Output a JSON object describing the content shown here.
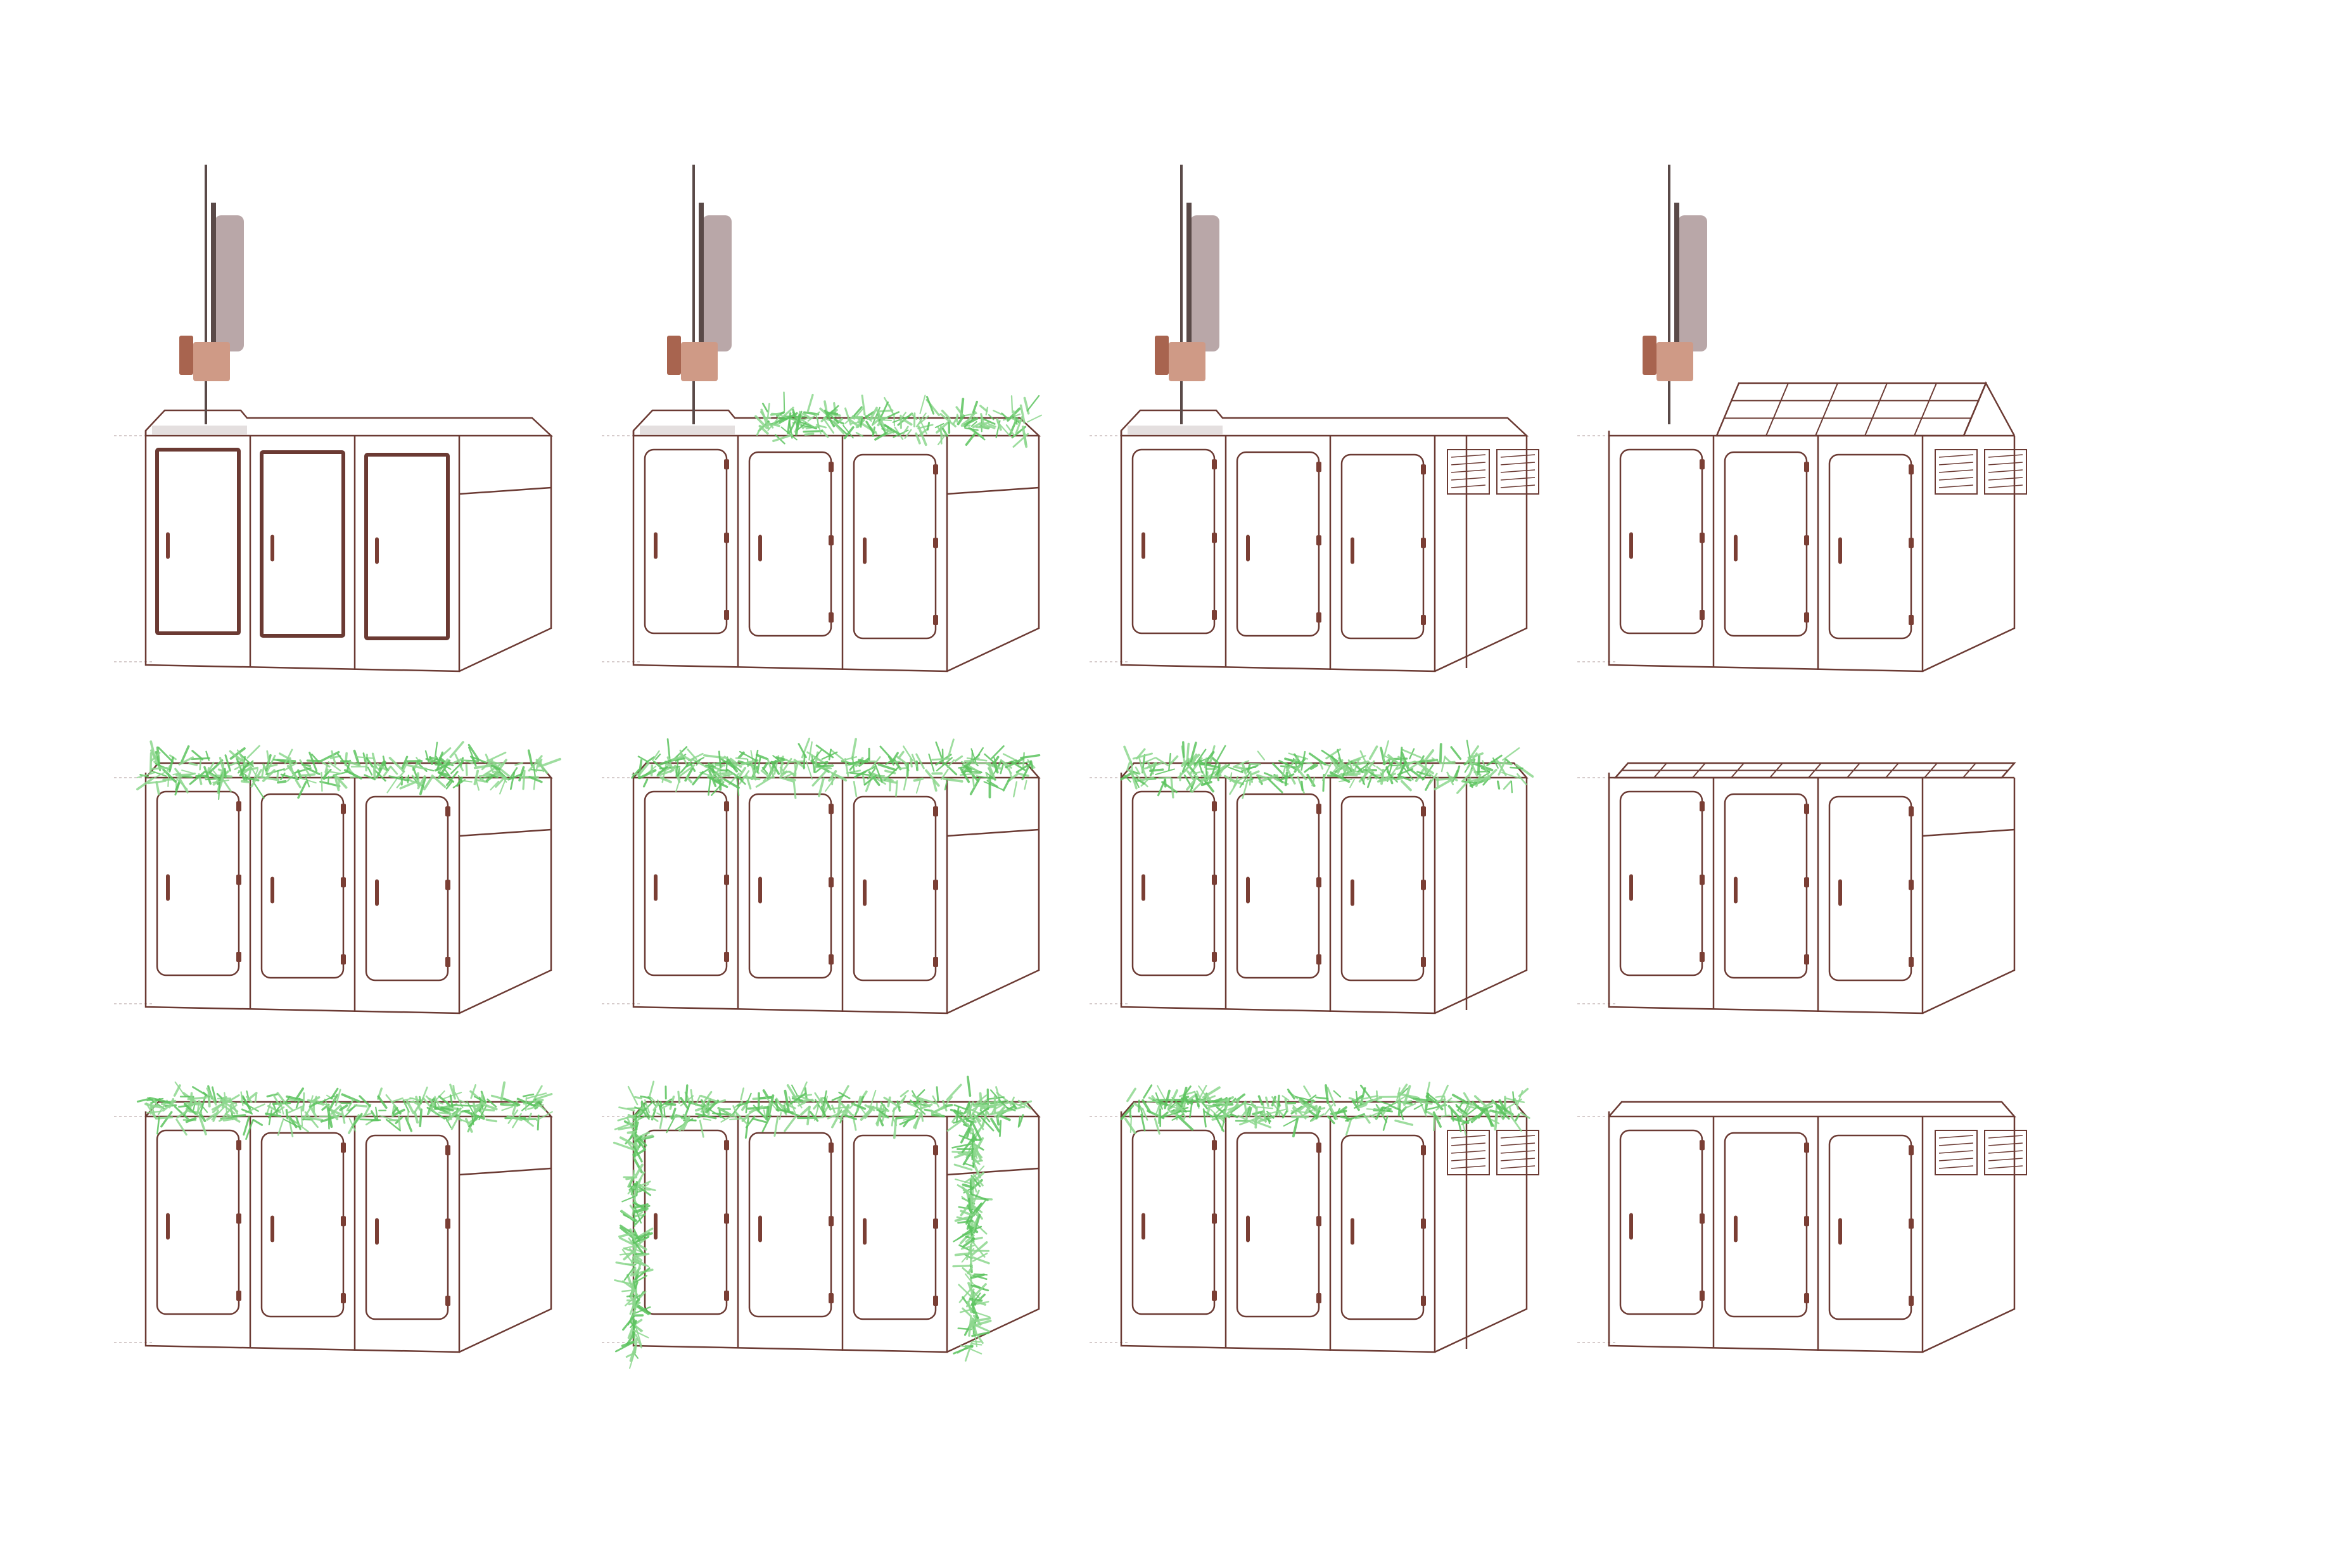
{
  "colors": {
    "outline": "#6b3a33",
    "handle": "#7a3e34",
    "grass": "#5cc45f",
    "grass_light": "#8ed88f",
    "antenna_pole": "#5a4a48",
    "antenna_panel": "#b9a7a8",
    "radio_unit": "#cf9a86",
    "radio_unit_dark": "#a8644f",
    "roof_shadow": "#d8d2d2"
  },
  "variants": [
    {
      "row": 1,
      "col": 1,
      "antenna": true,
      "roof": "hood",
      "grass": "none",
      "vents": false,
      "side_panel": "split",
      "door_style": "framed"
    },
    {
      "row": 1,
      "col": 2,
      "antenna": true,
      "roof": "hood",
      "grass": "top-partial",
      "vents": false,
      "side_panel": "split",
      "door_style": "hinged"
    },
    {
      "row": 1,
      "col": 3,
      "antenna": true,
      "roof": "hood",
      "grass": "none",
      "vents": true,
      "side_panel": "wide",
      "door_style": "hinged"
    },
    {
      "row": 1,
      "col": 4,
      "antenna": true,
      "roof": "solar-gable",
      "grass": "none",
      "vents": true,
      "side_panel": "plain",
      "door_style": "hinged"
    },
    {
      "row": 2,
      "col": 1,
      "antenna": false,
      "roof": "flat",
      "grass": "top",
      "vents": false,
      "side_panel": "split",
      "door_style": "hinged"
    },
    {
      "row": 2,
      "col": 2,
      "antenna": false,
      "roof": "flat",
      "grass": "top",
      "vents": false,
      "side_panel": "split",
      "door_style": "hinged"
    },
    {
      "row": 2,
      "col": 3,
      "antenna": false,
      "roof": "flat",
      "grass": "top",
      "vents": false,
      "side_panel": "wide",
      "door_style": "hinged"
    },
    {
      "row": 2,
      "col": 4,
      "antenna": false,
      "roof": "solar-flat",
      "grass": "none",
      "vents": false,
      "side_panel": "split",
      "door_style": "hinged"
    },
    {
      "row": 3,
      "col": 1,
      "antenna": false,
      "roof": "flat",
      "grass": "top",
      "vents": false,
      "side_panel": "split",
      "door_style": "hinged"
    },
    {
      "row": 3,
      "col": 2,
      "antenna": false,
      "roof": "flat",
      "grass": "wrap",
      "vents": false,
      "side_panel": "split",
      "door_style": "hinged"
    },
    {
      "row": 3,
      "col": 3,
      "antenna": false,
      "roof": "flat",
      "grass": "top",
      "vents": true,
      "side_panel": "wide",
      "door_style": "hinged"
    },
    {
      "row": 3,
      "col": 4,
      "antenna": false,
      "roof": "flat",
      "grass": "none",
      "vents": true,
      "side_panel": "plain",
      "door_style": "hinged"
    }
  ]
}
